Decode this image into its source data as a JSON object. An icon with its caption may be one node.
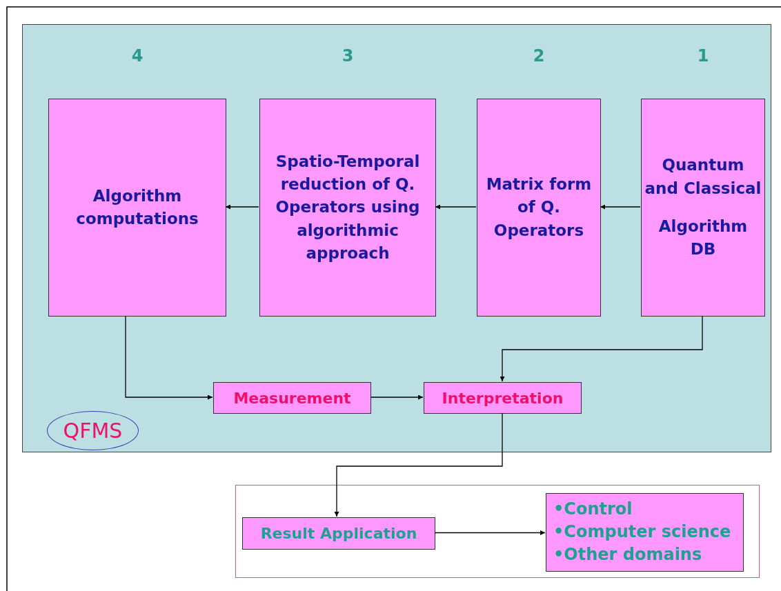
{
  "diagram": {
    "nodes": [
      {
        "text": [],
        "shape": "box"
      },
      {
        "text": [
          "4",
          "Algorithm computations"
        ],
        "in": 0
      },
      {
        "text": [
          "3",
          "Spatio-Temporal reduction of Q. Operators using algorithmic approach"
        ],
        "in": 0
      },
      {
        "text": [
          "2",
          "Matrix form of Q. Operators"
        ],
        "in": 0
      },
      {
        "text": [
          "1",
          "Quantum and Classical",
          "Algorithm DB"
        ],
        "in": 0
      },
      {
        "text": [
          "Measurement"
        ],
        "in": 0
      },
      {
        "text": [
          "Interpretation"
        ],
        "in": 0
      },
      {
        "text": [
          "QFMS"
        ],
        "in": 0
      },
      {
        "text": [],
        "shape": "box"
      },
      {
        "text": [
          "Result Application"
        ],
        "in": 8
      },
      {
        "text": [
          "•Control",
          "•Computer science",
          "•Other domains"
        ],
        "in": 8
      }
    ],
    "edges": [
      {
        "from": 4,
        "to": 3,
        "arrow": "to"
      },
      {
        "from": 3,
        "to": 2,
        "arrow": "to"
      },
      {
        "from": 2,
        "to": 1,
        "arrow": "to"
      },
      {
        "from": 1,
        "to": 5,
        "arrow": "to"
      },
      {
        "from": 5,
        "to": 6,
        "arrow": "to"
      },
      {
        "from": 4,
        "to": 6,
        "arrow": "to"
      },
      {
        "from": 6,
        "to": 9,
        "arrow": "to"
      },
      {
        "from": 9,
        "to": 10,
        "arrow": "to"
      }
    ]
  }
}
